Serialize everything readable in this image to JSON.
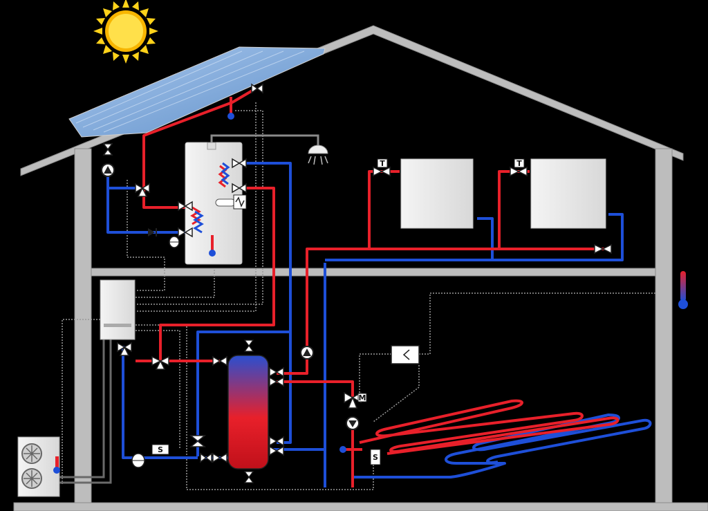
{
  "labels": {
    "sensor_s": "S",
    "thermostat_t": "T",
    "motor_m": "M"
  },
  "colors": {
    "background": "#000000",
    "house": "#bdbdbd",
    "supply_red": "#e8202a",
    "return_blue": "#1e4fd8",
    "signal_dotted": "#9a9a9a",
    "sun": "#ffd21a",
    "collector": "#8fb6e3"
  },
  "icons": [
    "sun-icon",
    "pump-icon",
    "valve-icon",
    "three-way-valve-icon",
    "thermometer-icon",
    "shower-icon",
    "check-valve-icon",
    "expansion-vessel-icon",
    "motor-valve-icon"
  ]
}
